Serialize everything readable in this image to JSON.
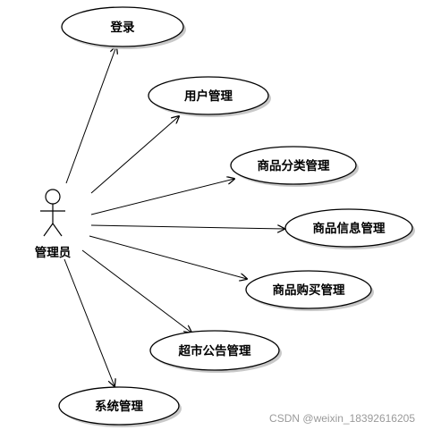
{
  "actor": {
    "label": "管理员"
  },
  "use_cases": [
    {
      "id": "login",
      "label": "登录"
    },
    {
      "id": "user-management",
      "label": "用户管理"
    },
    {
      "id": "product-category-management",
      "label": "商品分类管理"
    },
    {
      "id": "product-info-management",
      "label": "商品信息管理"
    },
    {
      "id": "product-purchase-management",
      "label": "商品购买管理"
    },
    {
      "id": "supermarket-notice-management",
      "label": "超市公告管理"
    },
    {
      "id": "system-management",
      "label": "系统管理"
    }
  ],
  "watermark": "CSDN @weixin_18392616205"
}
